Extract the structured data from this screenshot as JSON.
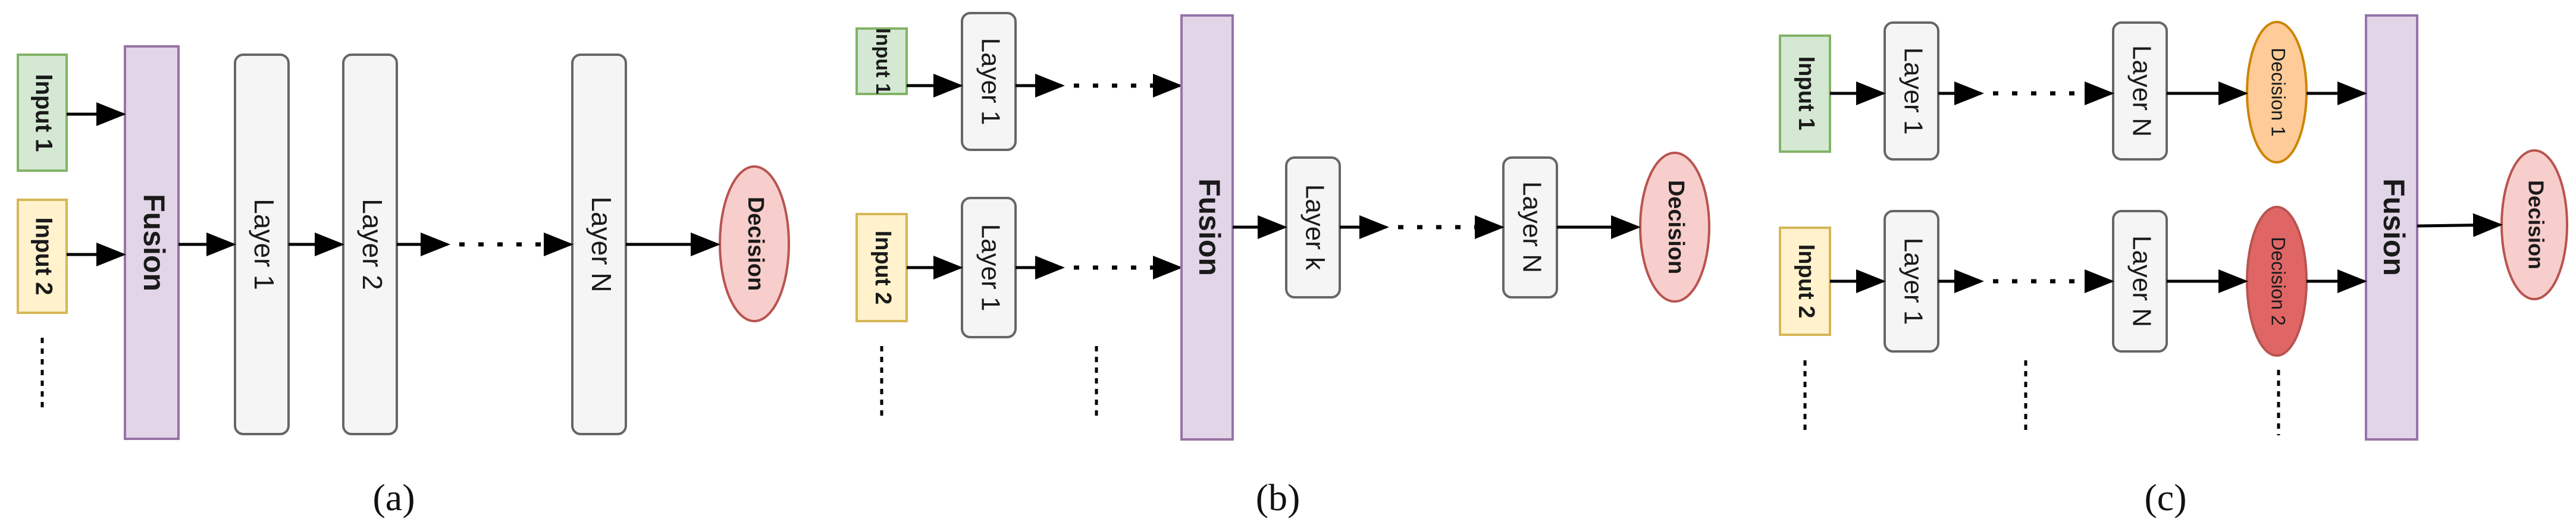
{
  "colors": {
    "input1_fill": "#d5e8d4",
    "input1_stroke": "#82b366",
    "input2_fill": "#fff2cc",
    "input2_stroke": "#d6b656",
    "fusion_fill": "#e1d5e7",
    "fusion_stroke": "#9673a6",
    "layer_fill": "#f5f5f5",
    "layer_stroke": "#666666",
    "decision_fill": "#f8cecc",
    "decision_stroke": "#b85450",
    "decision1_fill": "#ffcc99",
    "decision1_stroke": "#cc8400",
    "decision2_fill": "#e06666",
    "decision2_stroke": "#b85450",
    "arrow": "#000000"
  },
  "panel_a": {
    "caption": "(a)",
    "input1": "Input 1",
    "input2": "Input 2",
    "fusion": "Fusion",
    "layer1": "Layer 1",
    "layer2": "Layer 2",
    "layerN": "Layer N",
    "decision": "Decision"
  },
  "panel_b": {
    "caption": "(b)",
    "input1": "Input 1",
    "input2": "Input 2",
    "layer1_top": "Layer 1",
    "layer1_bottom": "Layer 1",
    "fusion": "Fusion",
    "layerk": "Layer k",
    "layerN": "Layer N",
    "decision": "Decision"
  },
  "panel_c": {
    "caption": "(c)",
    "input1": "Input 1",
    "input2": "Input 2",
    "layer1_top": "Layer 1",
    "layerN_top": "Layer N",
    "layer1_bottom": "Layer 1",
    "layerN_bottom": "Layer N",
    "decision1": "Decision 1",
    "decision2": "Decision 2",
    "fusion": "Fusion",
    "decision": "Decision"
  }
}
